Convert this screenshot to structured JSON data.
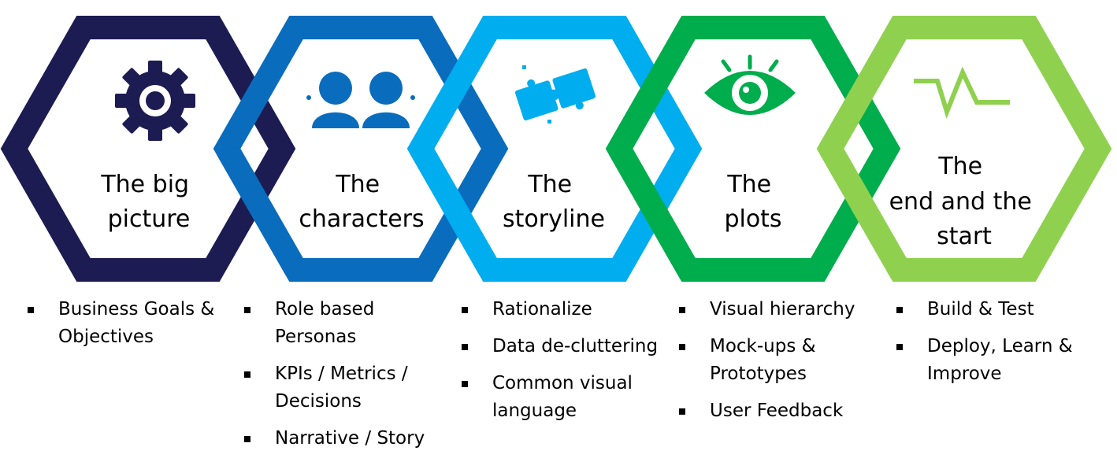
{
  "colors": {
    "stage1": "#1c1c52",
    "stage2": "#0a6cbd",
    "stage3": "#00adef",
    "stage4": "#00ad4c",
    "stage5": "#8fd14f"
  },
  "stages": [
    {
      "icon": "gear-icon",
      "title_lines": [
        "The big",
        "picture"
      ],
      "bullets": [
        "Business Goals & Objectives"
      ]
    },
    {
      "icon": "people-icon",
      "title_lines": [
        "The",
        "characters"
      ],
      "bullets": [
        "Role based Personas",
        "KPIs / Metrics / Decisions",
        "Narrative / Story"
      ]
    },
    {
      "icon": "puzzle-icon",
      "title_lines": [
        "The",
        "storyline"
      ],
      "bullets": [
        "Rationalize",
        "Data de-cluttering",
        "Common visual language"
      ]
    },
    {
      "icon": "eye-icon",
      "title_lines": [
        "The",
        "plots"
      ],
      "bullets": [
        "Visual hierarchy",
        "Mock-ups & Prototypes",
        "User Feedback"
      ]
    },
    {
      "icon": "pulse-line-icon",
      "title_lines": [
        "The",
        "end and the",
        "start"
      ],
      "bullets": [
        "Build & Test",
        "Deploy, Learn & Improve"
      ]
    }
  ]
}
